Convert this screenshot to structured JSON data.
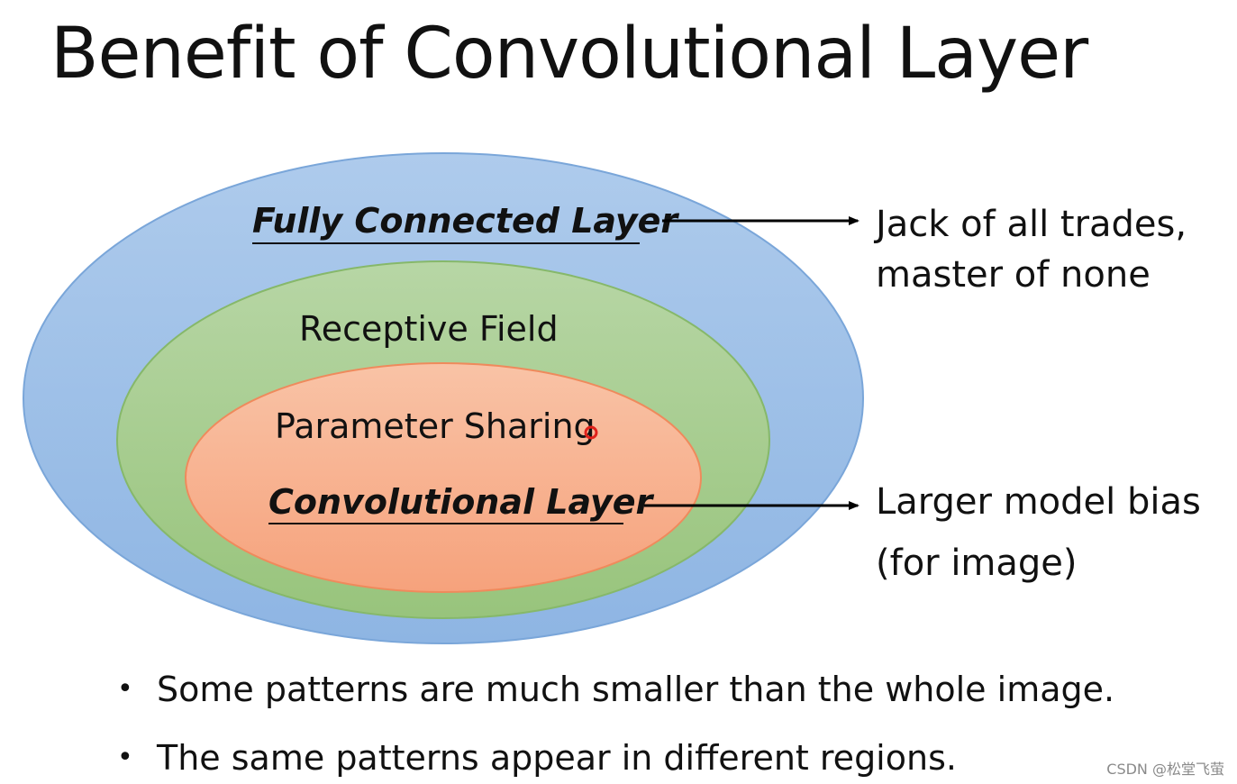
{
  "slide": {
    "title": "Benefit of Convolutional Layer"
  },
  "diagram": {
    "outer": {
      "label": "Fully Connected Layer",
      "color": "#9dc0e8",
      "stroke": "#7aa6d9",
      "annotation_line1": "Jack of all trades,",
      "annotation_line2": "master of none"
    },
    "middle": {
      "label": "Receptive Field",
      "color": "#a9d08e",
      "stroke": "#86b86a"
    },
    "inner": {
      "label_top": "Parameter Sharing",
      "label": "Convolutional Layer",
      "color": "#f7a882",
      "stroke": "#ef8a5c",
      "annotation_line1": "Larger model bias",
      "annotation_line2": "(for image)"
    },
    "cursor_color": "#e0211a"
  },
  "bullets": [
    "Some patterns are much smaller than the whole image.",
    "The same patterns appear in different regions."
  ],
  "watermark": "CSDN @松堂飞萤"
}
